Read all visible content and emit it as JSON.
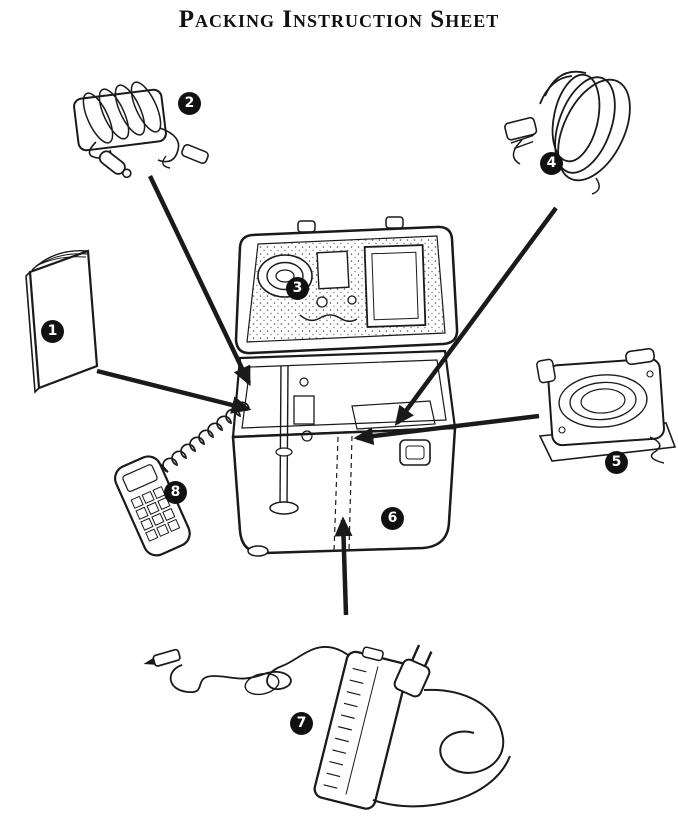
{
  "title": "Packing Instruction Sheet",
  "diagram": {
    "colors": {
      "ink": "#1a1a1a",
      "paper": "#ffffff"
    },
    "items": [
      {
        "number": "1",
        "name": "instruction-booklet"
      },
      {
        "number": "2",
        "name": "power-adapter-with-cords"
      },
      {
        "number": "3",
        "name": "case-lid-compartment"
      },
      {
        "number": "4",
        "name": "cable-bundle"
      },
      {
        "number": "5",
        "name": "cable-reel-unit"
      },
      {
        "number": "6",
        "name": "carrying-case"
      },
      {
        "number": "7",
        "name": "ac-power-supply-with-cords"
      },
      {
        "number": "8",
        "name": "keypad-handset"
      }
    ]
  }
}
